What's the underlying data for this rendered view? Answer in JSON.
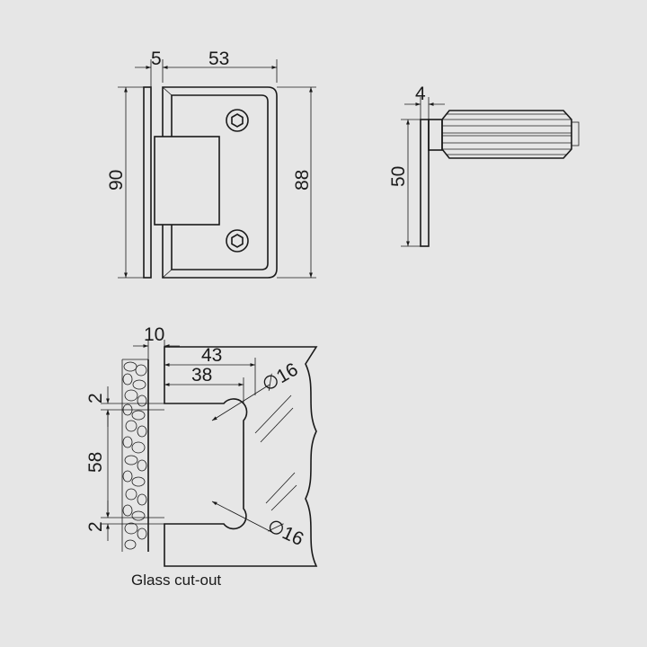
{
  "front_view": {
    "dim_plate_thickness": "5",
    "dim_body_width": "53",
    "dim_plate_height": "90",
    "dim_body_height": "88"
  },
  "side_view": {
    "dim_plate_thickness": "4",
    "dim_height": "50"
  },
  "cutout_view": {
    "dim_offset": "10",
    "dim_depth_outer": "43",
    "dim_depth_inner": "38",
    "dim_gap_top": "2",
    "dim_cutout_height": "58",
    "dim_gap_bottom": "2",
    "radius_top": "∅16",
    "radius_bottom": "∅16",
    "caption": "Glass cut-out"
  },
  "colors": {
    "background": "#e6e6e6",
    "line": "#1a1a1a"
  }
}
